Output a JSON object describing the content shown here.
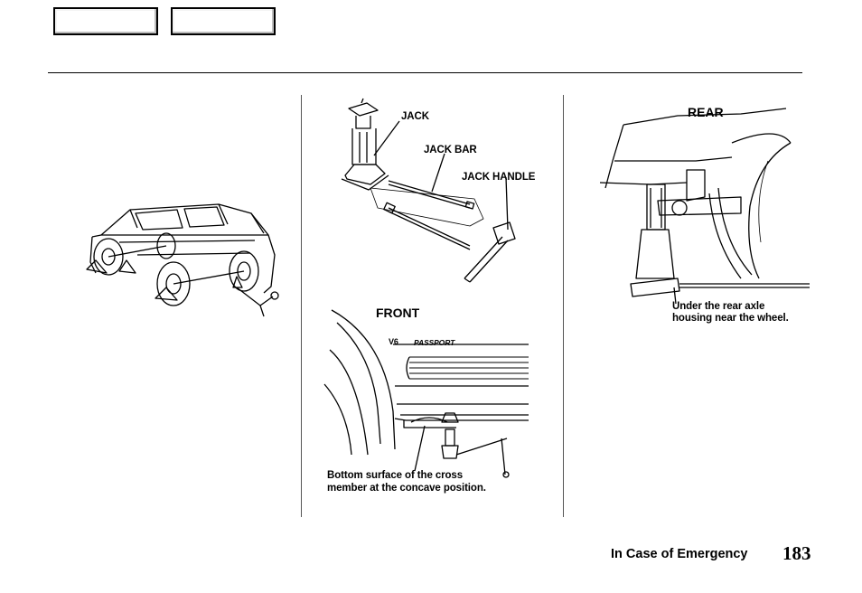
{
  "labels": {
    "jack": "JACK",
    "jack_bar": "JACK BAR",
    "jack_handle": "JACK HANDLE",
    "rear": "REAR",
    "rear_caption_1": "Under the rear axle",
    "rear_caption_2": "housing near the wheel.",
    "front": "FRONT",
    "badge_v6": "V6",
    "badge_model": "PASSPORT",
    "front_caption_1": "Bottom surface of the cross",
    "front_caption_2": "member at the concave position."
  },
  "footer": {
    "section_title": "In Case of Emergency",
    "page_number": "183"
  }
}
